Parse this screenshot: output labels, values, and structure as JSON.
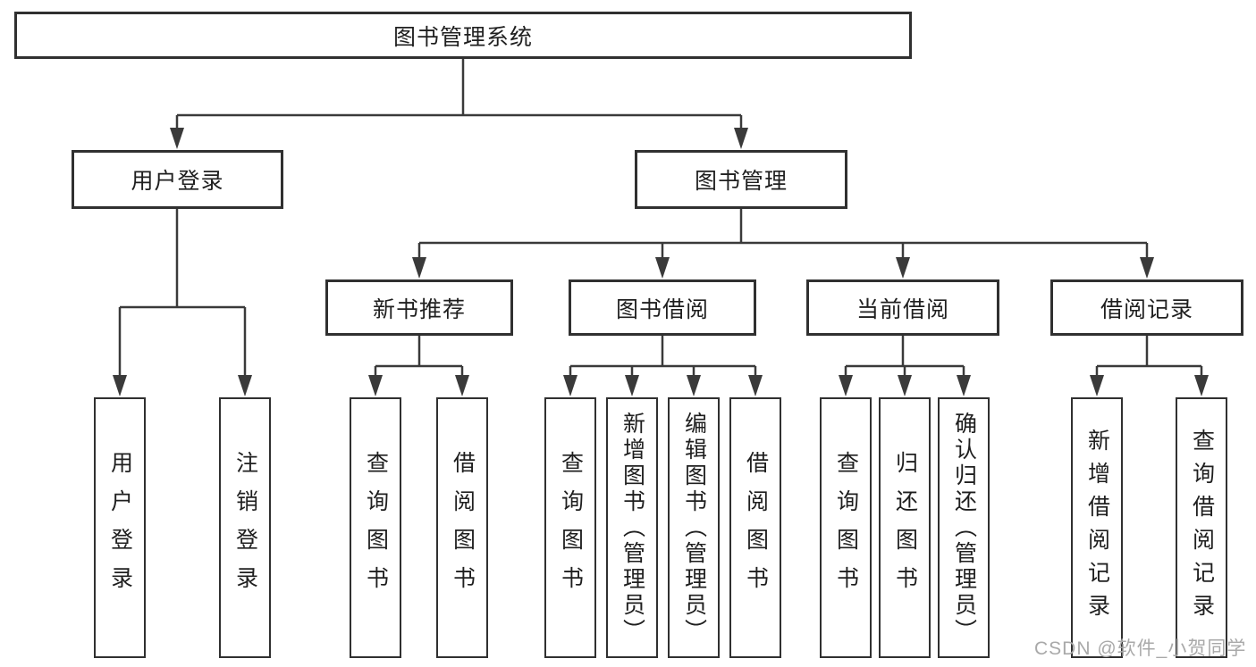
{
  "diagram_type": "hierarchy-tree",
  "colors": {
    "background": "#ffffff",
    "box_border": "#303030",
    "connector_line": "#3a3a3a",
    "label_text": "#1f1f1f",
    "watermark_text": "#a9a9a9"
  },
  "tree": {
    "label": "图书管理系统",
    "children": [
      {
        "label": "用户登录",
        "children": [
          {
            "label": "用户登录"
          },
          {
            "label": "注销登录"
          }
        ]
      },
      {
        "label": "图书管理",
        "children": [
          {
            "label": "新书推荐",
            "children": [
              {
                "label": "查询图书"
              },
              {
                "label": "借阅图书"
              }
            ]
          },
          {
            "label": "图书借阅",
            "children": [
              {
                "label": "查询图书"
              },
              {
                "label": "新增图书（管理员）"
              },
              {
                "label": "编辑图书（管理员）"
              },
              {
                "label": "借阅图书"
              }
            ]
          },
          {
            "label": "当前借阅",
            "children": [
              {
                "label": "查询图书"
              },
              {
                "label": "归还图书"
              },
              {
                "label": "确认归还（管理员）"
              }
            ]
          },
          {
            "label": "借阅记录",
            "children": [
              {
                "label": "新增借阅记录"
              },
              {
                "label": "查询借阅记录"
              }
            ]
          }
        ]
      }
    ]
  },
  "watermark": {
    "text": "CSDN @软件_小贺同学"
  }
}
